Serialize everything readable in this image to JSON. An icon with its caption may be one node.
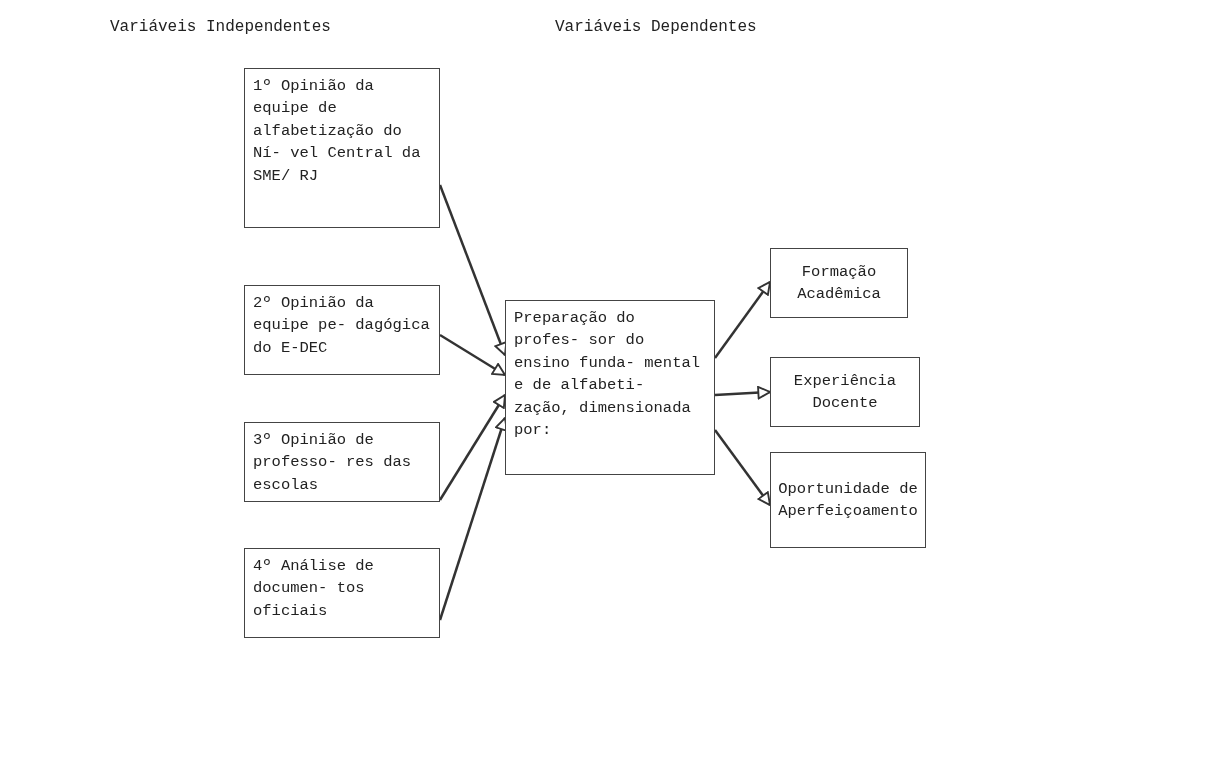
{
  "diagram": {
    "nodes": [
      {
        "text": [
          "1º Opinião da equipe de alfabetização do Ní- vel Central da SME/ RJ"
        ]
      },
      {
        "text": [
          "2º Opinião da equipe pe- dagógica do E-DEC"
        ]
      },
      {
        "text": [
          "3º Opinião de professo- res das escolas"
        ]
      },
      {
        "text": [
          "4º Análise de documen- tos oficiais"
        ]
      },
      {
        "text": [
          "Preparação do profes- sor do ensino funda- mental e de alfabeti- zação, dimensionada por:"
        ]
      },
      {
        "text": [
          "Formação Acadêmica"
        ]
      },
      {
        "text": [
          "Experiência Docente"
        ]
      },
      {
        "text": [
          "Oportunidade de Aperfeiçoamento"
        ]
      }
    ],
    "edges": [
      {
        "from": 0,
        "to": 4,
        "arrow": "to"
      },
      {
        "from": 1,
        "to": 4,
        "arrow": "to"
      },
      {
        "from": 2,
        "to": 4,
        "arrow": "to"
      },
      {
        "from": 3,
        "to": 4,
        "arrow": "to"
      },
      {
        "from": 4,
        "to": 5,
        "arrow": "to"
      },
      {
        "from": 4,
        "to": 6,
        "arrow": "to"
      },
      {
        "from": 4,
        "to": 7,
        "arrow": "to"
      }
    ],
    "labels": [
      "Variáveis Independentes",
      "Variáveis Dependentes"
    ]
  }
}
